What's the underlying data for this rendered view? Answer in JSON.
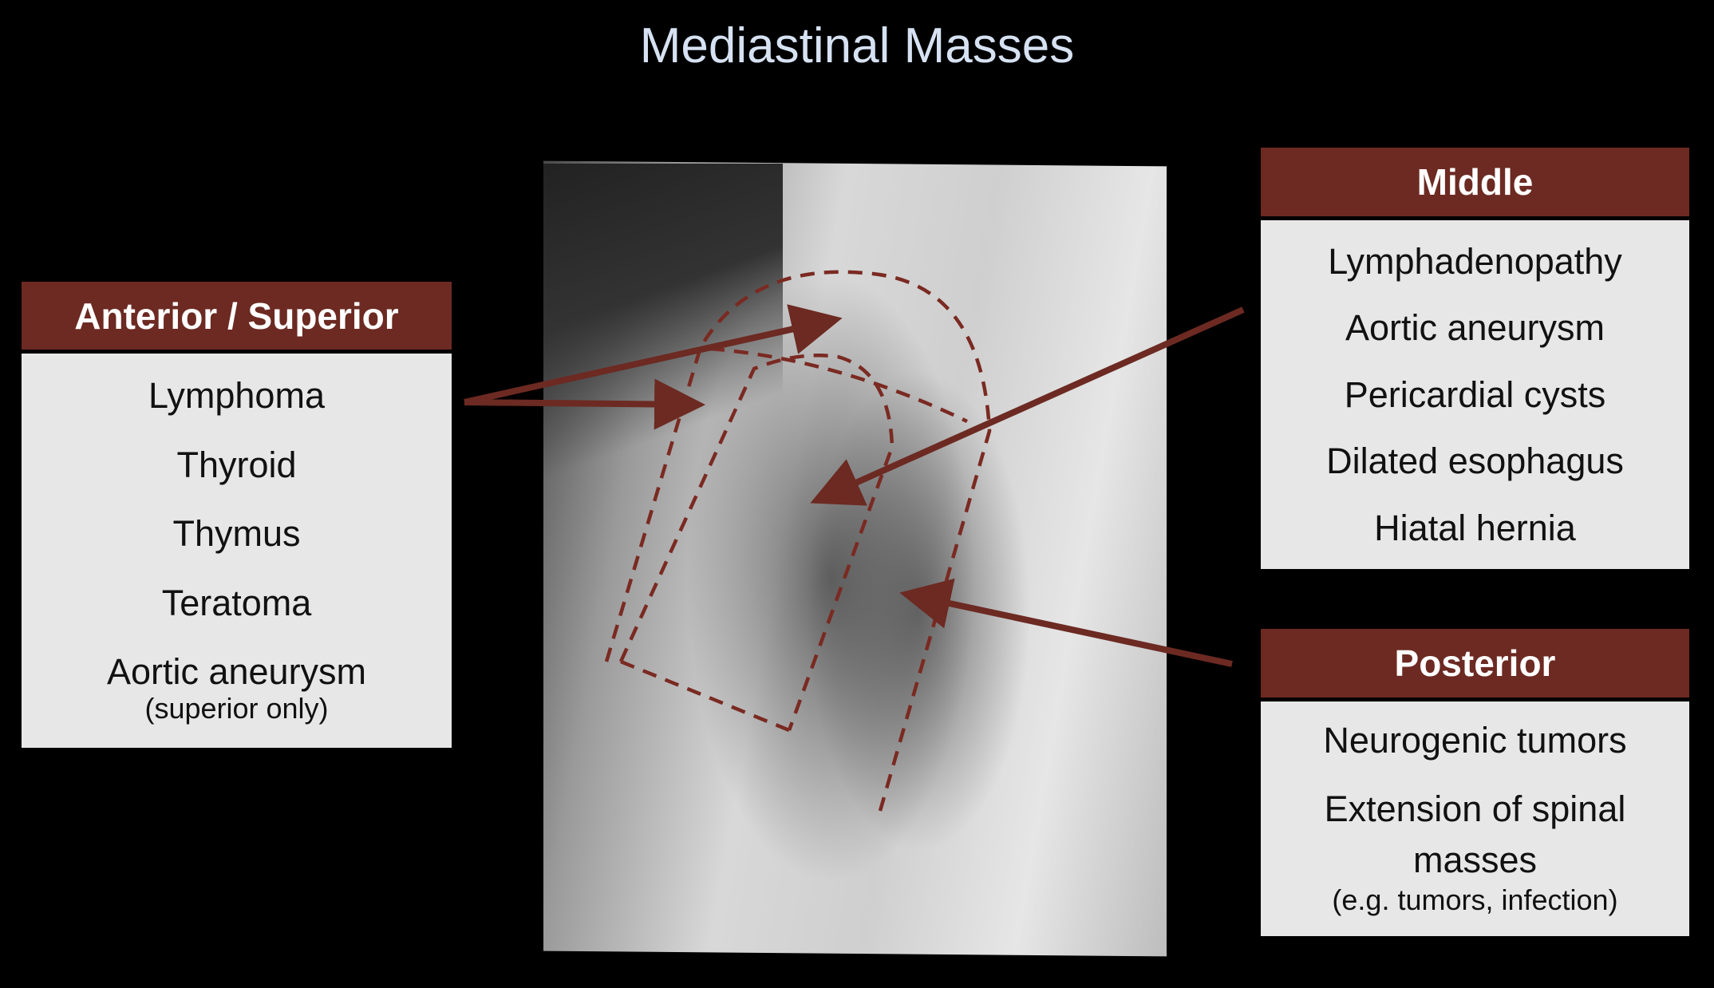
{
  "title": "Mediastinal Masses",
  "anterior": {
    "header": "Anterior / Superior",
    "items": [
      "Lymphoma",
      "Thyroid",
      "Thymus",
      "Teratoma",
      "Aortic aneurysm"
    ],
    "note": "(superior only)"
  },
  "middle": {
    "header": "Middle",
    "items": [
      "Lymphadenopathy",
      "Aortic aneurysm",
      "Pericardial cysts",
      "Dilated esophagus",
      "Hiatal hernia"
    ]
  },
  "posterior": {
    "header": "Posterior",
    "items": [
      "Neurogenic tumors",
      "Extension of spinal",
      "masses"
    ],
    "note": "(e.g. tumors, infection)"
  },
  "colors": {
    "accent": "#6c2a22",
    "box_bg": "#e7e7e7",
    "title": "#d6e2f2"
  }
}
